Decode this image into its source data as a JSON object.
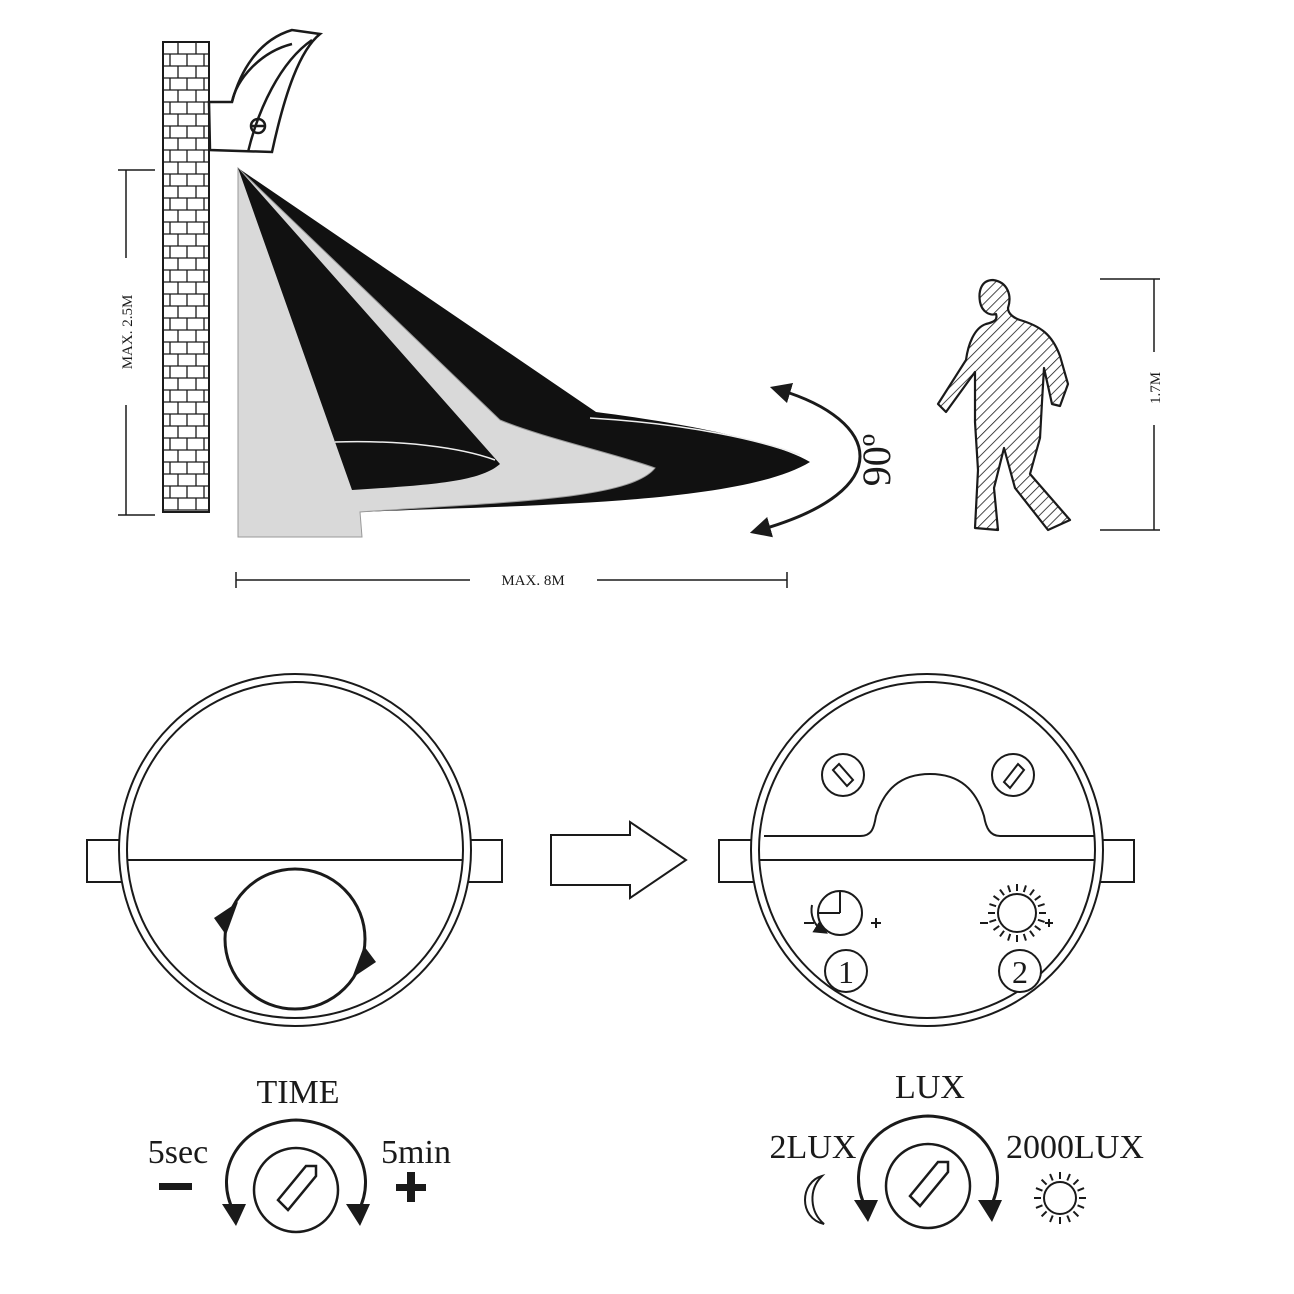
{
  "detection": {
    "height_label": "MAX. 2.5M",
    "range_label": "MAX. 8M",
    "angle_label": "90º",
    "person_height_label": "1.7M"
  },
  "controls": {
    "knob1_number": "1",
    "knob2_number": "2"
  },
  "time_dial": {
    "title": "TIME",
    "min_label": "5sec",
    "max_label": "5min",
    "minus_symbol": "−",
    "plus_symbol": "+"
  },
  "lux_dial": {
    "title": "LUX",
    "min_label": "2LUX",
    "max_label": "2000LUX"
  },
  "icons": [
    "wall-icon",
    "sensor-light-icon",
    "person-icon",
    "rotate-icon",
    "arrow-right-icon",
    "screw-icon",
    "timer-icon",
    "sun-dial-icon",
    "moon-icon",
    "sun-icon",
    "knob-icon"
  ],
  "colors": {
    "ink": "#1a1a1a",
    "beam_dark": "#111111",
    "beam_light": "#d9d9d9",
    "paper": "#ffffff"
  }
}
